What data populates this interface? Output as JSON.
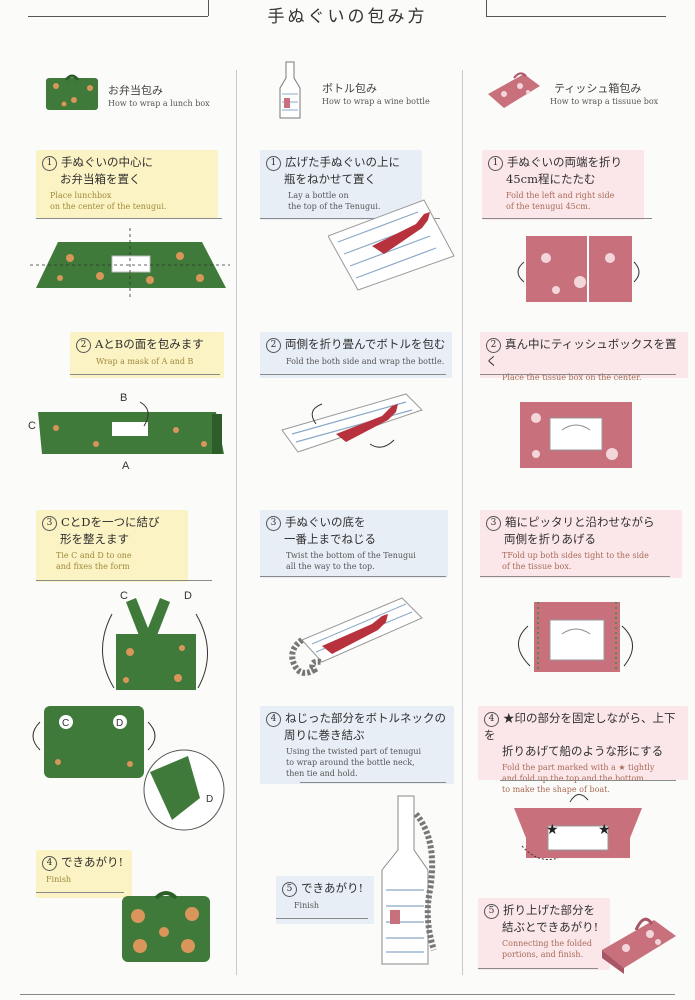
{
  "title": "手ぬぐいの包み方",
  "columns": [
    {
      "title_jp": "お弁当包み",
      "title_en": "How to wrap a lunch box",
      "steps": [
        {
          "num": "1",
          "jp1": "手ぬぐいの中心に",
          "jp2": "お弁当箱を置く",
          "en1": "Place lunchbox",
          "en2": "on the center of the tenugui."
        },
        {
          "num": "2",
          "jp1": "AとBの面を包みます",
          "jp2": "",
          "en1": "Wrap a mask of A and B",
          "en2": ""
        },
        {
          "num": "3",
          "jp1": "CとDを一つに結び",
          "jp2": "形を整えます",
          "en1": "Tie C and D to one",
          "en2": "and fixes the form"
        },
        {
          "num": "4",
          "jp1": "できあがり!",
          "jp2": "",
          "en1": "Finish",
          "en2": ""
        }
      ],
      "labels": {
        "a": "A",
        "b": "B",
        "c": "C",
        "d": "D"
      }
    },
    {
      "title_jp": "ボトル包み",
      "title_en": "How to wrap a wine bottle",
      "steps": [
        {
          "num": "1",
          "jp1": "広げた手ぬぐいの上に",
          "jp2": "瓶をねかせて置く",
          "en1": "Lay a bottle on",
          "en2": "the top of the Tenugui."
        },
        {
          "num": "2",
          "jp1": "両側を折り畳んでボトルを包む",
          "jp2": "",
          "en1": "Fold the both side and wrap the bottle.",
          "en2": ""
        },
        {
          "num": "3",
          "jp1": "手ぬぐいの底を",
          "jp2": "一番上までねじる",
          "en1": "Twist the bottom of the Tenugui",
          "en2": "all the way to the top."
        },
        {
          "num": "4",
          "jp1": "ねじった部分をボトルネックの",
          "jp2": "周りに巻き結ぶ",
          "en1": "Using the twisted part of tenugui",
          "en2": "to wrap around the bottle neck,",
          "en3": "then tie and hold."
        },
        {
          "num": "5",
          "jp1": "できあがり!",
          "jp2": "",
          "en1": "Finish",
          "en2": ""
        }
      ]
    },
    {
      "title_jp": "ティッシュ箱包み",
      "title_en": "How to wrap a tissuue box",
      "steps": [
        {
          "num": "1",
          "jp1": "手ぬぐいの両端を折り",
          "jp2": "45cm程にたたむ",
          "en1": "Fold the left and right side",
          "en2": "of the tenugui 45cm."
        },
        {
          "num": "2",
          "jp1": "真ん中にティッシュボックスを置く",
          "jp2": "",
          "en1": "Place the tissue box on the center.",
          "en2": ""
        },
        {
          "num": "3",
          "jp1": "箱にピッタリと沿わせながら",
          "jp2": "両側を折りあげる",
          "en1": "TFold up both sides tight to the side",
          "en2": "of the tissue box."
        },
        {
          "num": "4",
          "jp1": "★印の部分を固定しながら、上下を",
          "jp2": "折りあげて船のような形にする",
          "en1": "Fold the part marked with a ★ tightly",
          "en2": "and fold up the top and the bottom",
          "en3": "to make the shape of boat."
        },
        {
          "num": "5",
          "jp1": "折り上げた部分を",
          "jp2": "結ぶとできあがり!",
          "en1": "Connecting the folded",
          "en2": "portions, and finish."
        }
      ]
    }
  ],
  "colors": {
    "green": "#3f7a3a",
    "orange": "#d9955a",
    "pink": "#c9707d",
    "wine": "#b8323d"
  }
}
